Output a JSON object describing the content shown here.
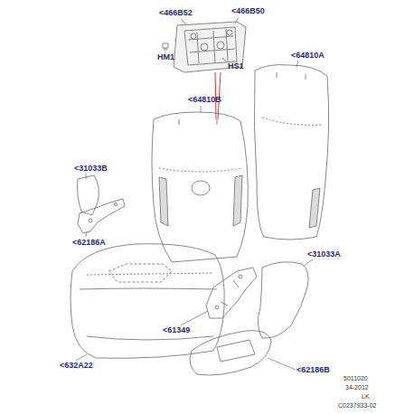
{
  "diagram": {
    "labels": [
      "<466B52",
      "<466B50",
      "HM1",
      "HS1",
      "<64810A",
      "<64810B",
      "<31033B",
      "<62186A",
      "<31033A",
      "<61349",
      "<632A22",
      "<62186B",
      "5011020",
      "34-2012",
      "LK",
      "C0237933-02"
    ]
  }
}
